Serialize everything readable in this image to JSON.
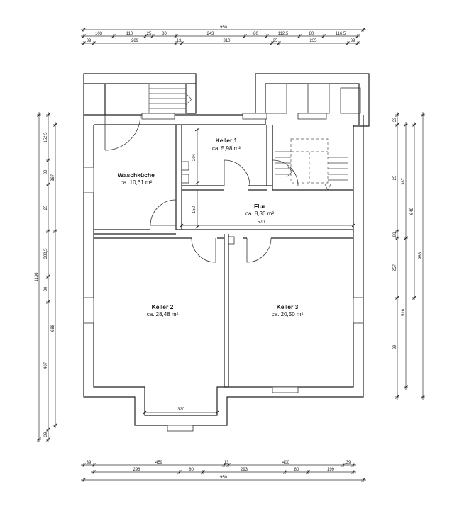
{
  "rooms": {
    "waschkueche": {
      "name": "Waschküche",
      "area": "ca. 10,61 m²"
    },
    "keller1": {
      "name": "Keller 1",
      "area": "ca. 5,98 m²"
    },
    "flur": {
      "name": "Flur",
      "area": "ca. 8,30 m²"
    },
    "keller2": {
      "name": "Keller 2",
      "area": "ca. 28,48 m²"
    },
    "keller3": {
      "name": "Keller 3",
      "area": "ca. 20,50 m²"
    }
  },
  "dimensions": {
    "top_total": "950",
    "top_row1": [
      "103",
      "110",
      "25",
      "80",
      "243",
      "80",
      "112,5",
      "80",
      "116,5"
    ],
    "top_row2": [
      "39",
      "289",
      "13",
      "310",
      "25",
      "235",
      "39"
    ],
    "bottom_row1": [
      "39",
      "459",
      "13",
      "400",
      "39"
    ],
    "bottom_row2": [
      "298",
      "80",
      "293",
      "80",
      "199"
    ],
    "bottom_total": "950",
    "left_total": "1136",
    "left_row1": [
      "152,5",
      "80",
      "25",
      "388,5",
      "80",
      "407",
      "39"
    ],
    "left_row2": [
      "367",
      "688"
    ],
    "right_row1": [
      "39",
      "25",
      "80",
      "257",
      "39"
    ],
    "right_row2": [
      "387",
      "516"
    ],
    "right_row3": [
      "649"
    ],
    "right_total": "986",
    "inner": {
      "keller1_w": "204",
      "flur_h": "150",
      "flur_w": "570",
      "keller2_w": "320"
    }
  }
}
